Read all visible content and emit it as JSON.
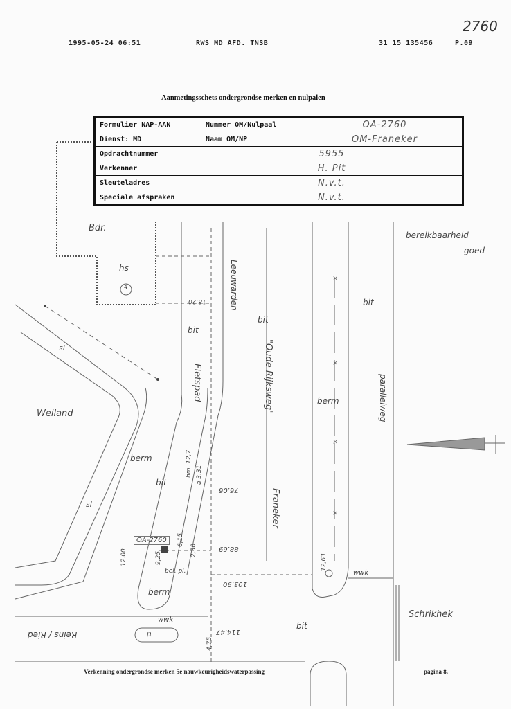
{
  "fax_header": {
    "datetime": "1995-05-24 06:51",
    "sender": "RWS MD AFD. TNSB",
    "fax_number": "31 15 135456",
    "page": "P.09"
  },
  "handwritten_number": "2760",
  "title": "Aanmetingsschets ondergrondse merken en nulpalen",
  "form": {
    "formulier_label": "Formulier NAP-AAN",
    "nummer_label": "Nummer OM/Nulpaal",
    "nummer_value": "OA-2760",
    "dienst_label": "Dienst: MD",
    "naam_label": "Naam OM/NP",
    "naam_value": "OM-Franeker",
    "opdracht_label": "Opdrachtnummer",
    "opdracht_value": "5955",
    "verkenner_label": "Verkenner",
    "verkenner_value": "H. Pit",
    "sleutel_label": "Sleuteladres",
    "sleutel_value": "N.v.t.",
    "speciale_label": "Speciale afspraken",
    "speciale_value": "N.v.t."
  },
  "sketch": {
    "bdr": "Bdr.",
    "hs": "hs",
    "house_number": "4",
    "bereikbaarheid": "bereikbaarheid",
    "goed": "goed",
    "leeuwarden": "Leeuwarden",
    "bit_1": "bit",
    "bit_2": "bit",
    "bit_3": "bit",
    "bit_4": "bit",
    "bit_5": "bit",
    "oude_rijksweg": "\"Oude Rijksweg\"",
    "franeker": "Franeker",
    "fietspad": "Fietspad",
    "sl_1": "sl",
    "sl_2": "sl",
    "weiland": "Weiland",
    "berm_1": "berm",
    "berm_2": "berm",
    "berm_3": "berm",
    "parallelweg": "parallelweg",
    "hm": "hm. 12,7",
    "m_331": "a 3,31",
    "m_7606": "76.06",
    "m_8869": "88.69",
    "m_1820": "18.20",
    "m_10390": "103.90",
    "m_11447": "114.47",
    "m_1200": "12.00",
    "m_925": "9,25",
    "m_615": "6,15",
    "m_230": "2,30",
    "m_1263": "12,63",
    "m_475": "4,75",
    "oa_label": "OA-2760",
    "bel_pl": "bel. pl.",
    "wwk_1": "wwk",
    "wwk_2": "wwk",
    "reins_ried": "Reins / Ried",
    "tl": "tl",
    "schrikhek": "Schrikhek"
  },
  "footer": {
    "left": "Verkenning ondergrondse merken 5e nauwkeurigheidswaterpassing",
    "right": "pagina 8."
  }
}
